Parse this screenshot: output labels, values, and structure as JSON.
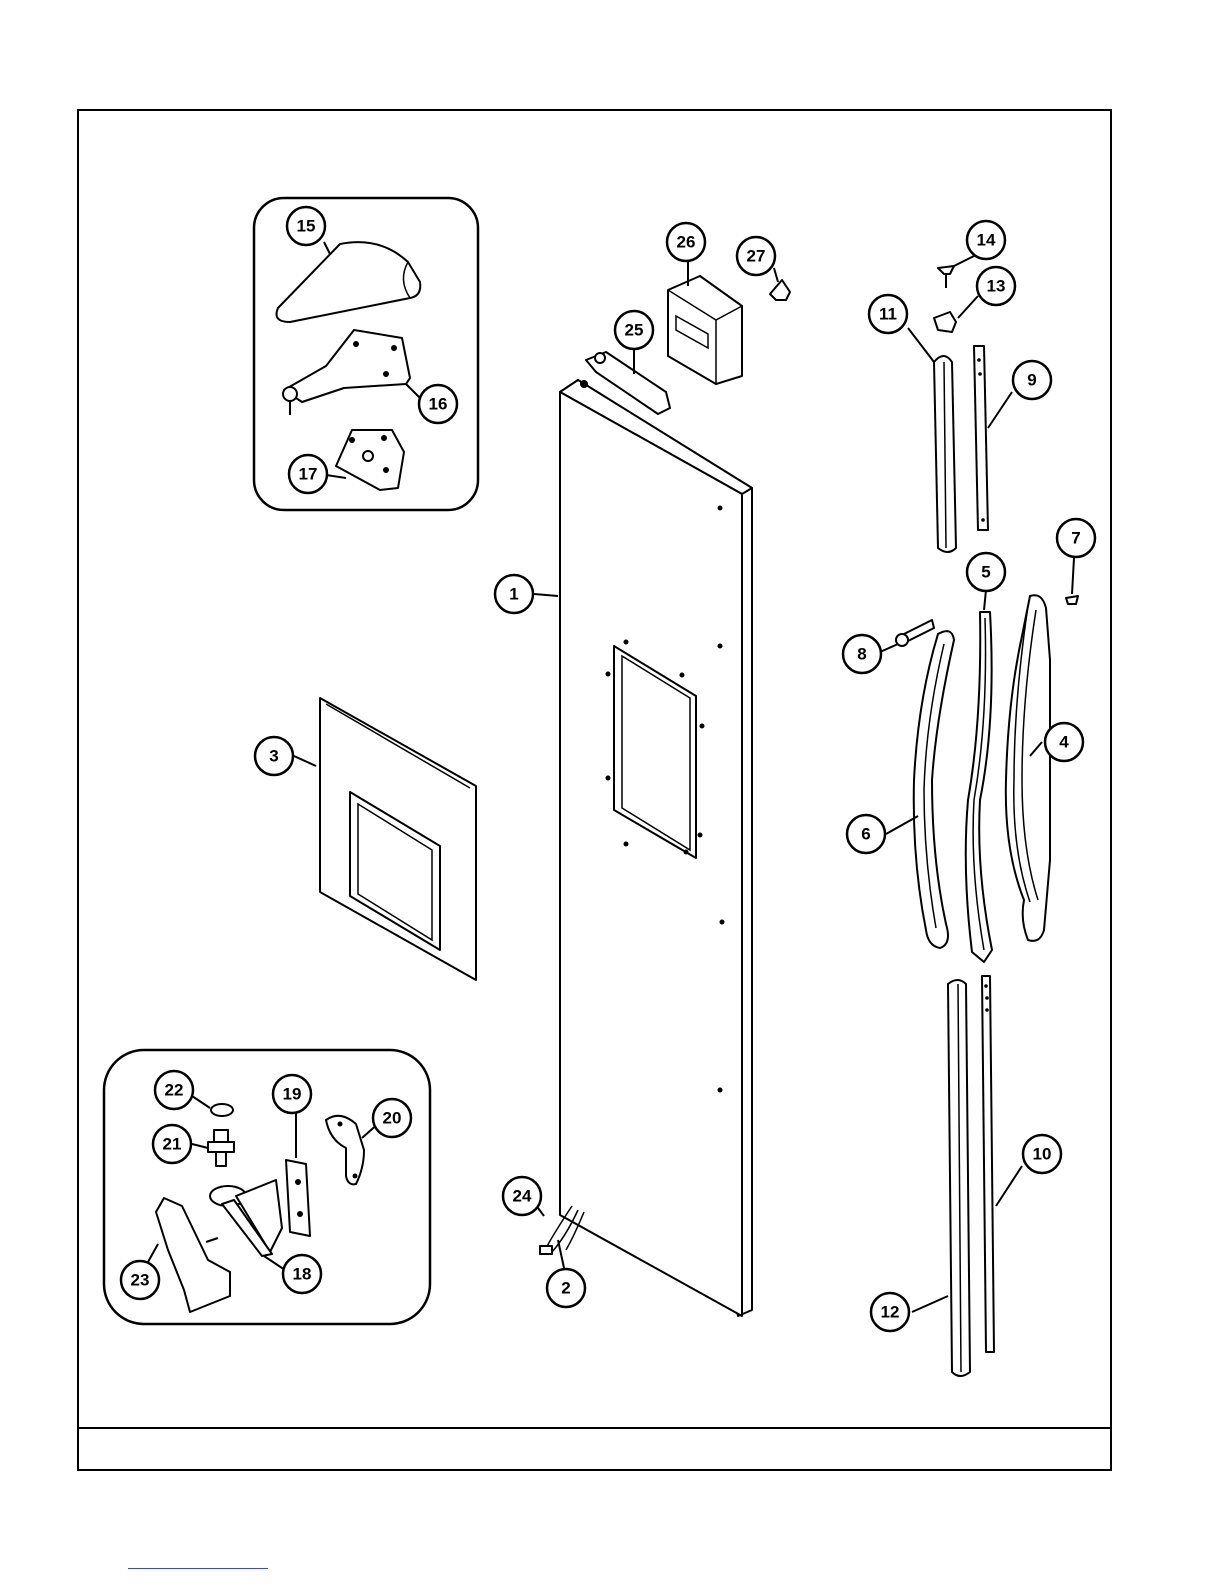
{
  "diagram": {
    "type": "exploded-parts-view",
    "callouts": [
      {
        "id": "c1",
        "label": "1"
      },
      {
        "id": "c2",
        "label": "2"
      },
      {
        "id": "c3",
        "label": "3"
      },
      {
        "id": "c4",
        "label": "4"
      },
      {
        "id": "c5",
        "label": "5"
      },
      {
        "id": "c6",
        "label": "6"
      },
      {
        "id": "c7",
        "label": "7"
      },
      {
        "id": "c8",
        "label": "8"
      },
      {
        "id": "c9",
        "label": "9"
      },
      {
        "id": "c10",
        "label": "10"
      },
      {
        "id": "c11",
        "label": "11"
      },
      {
        "id": "c12",
        "label": "12"
      },
      {
        "id": "c13",
        "label": "13"
      },
      {
        "id": "c14",
        "label": "14"
      },
      {
        "id": "c15",
        "label": "15"
      },
      {
        "id": "c16",
        "label": "16"
      },
      {
        "id": "c17",
        "label": "17"
      },
      {
        "id": "c18",
        "label": "18"
      },
      {
        "id": "c19",
        "label": "19"
      },
      {
        "id": "c20",
        "label": "20"
      },
      {
        "id": "c21",
        "label": "21"
      },
      {
        "id": "c22",
        "label": "22"
      },
      {
        "id": "c23",
        "label": "23"
      },
      {
        "id": "c24",
        "label": "24"
      },
      {
        "id": "c25",
        "label": "25"
      },
      {
        "id": "c26",
        "label": "26"
      },
      {
        "id": "c27",
        "label": "27"
      }
    ]
  }
}
